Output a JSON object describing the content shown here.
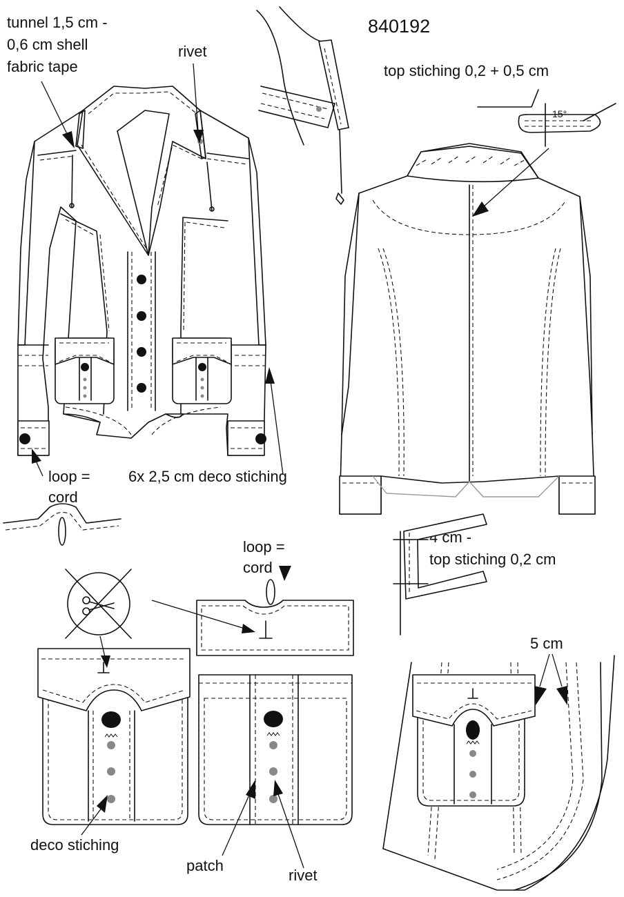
{
  "sheet": {
    "style_number": "840192"
  },
  "labels": {
    "tunnel_line1": "tunnel 1,5 cm -",
    "tunnel_line2": "0,6 cm shell",
    "tunnel_line3": "fabric tape",
    "rivet_top": "rivet",
    "top_stiching_back": "top stiching 0,2 + 0,5 cm",
    "loop_cord_left_1": "loop =",
    "loop_cord_left_2": "cord",
    "deco_stiching_hem": "6x 2,5 cm deco stiching",
    "loop_cord_center_1": "loop =",
    "loop_cord_center_2": "cord",
    "fold_line1": "4 cm -",
    "fold_line2": "top stiching 0,2 cm",
    "five_cm": "5 cm",
    "deco_stiching_pocket": "deco stiching",
    "patch": "patch",
    "rivet_bottom": "rivet",
    "angle_marker": "15°"
  },
  "colors": {
    "line": "#111111",
    "rivet": "#888888",
    "button": "#111111",
    "hem_ghost": "#999999"
  },
  "icons": [
    "scissors-icon",
    "cross-out-icon"
  ]
}
